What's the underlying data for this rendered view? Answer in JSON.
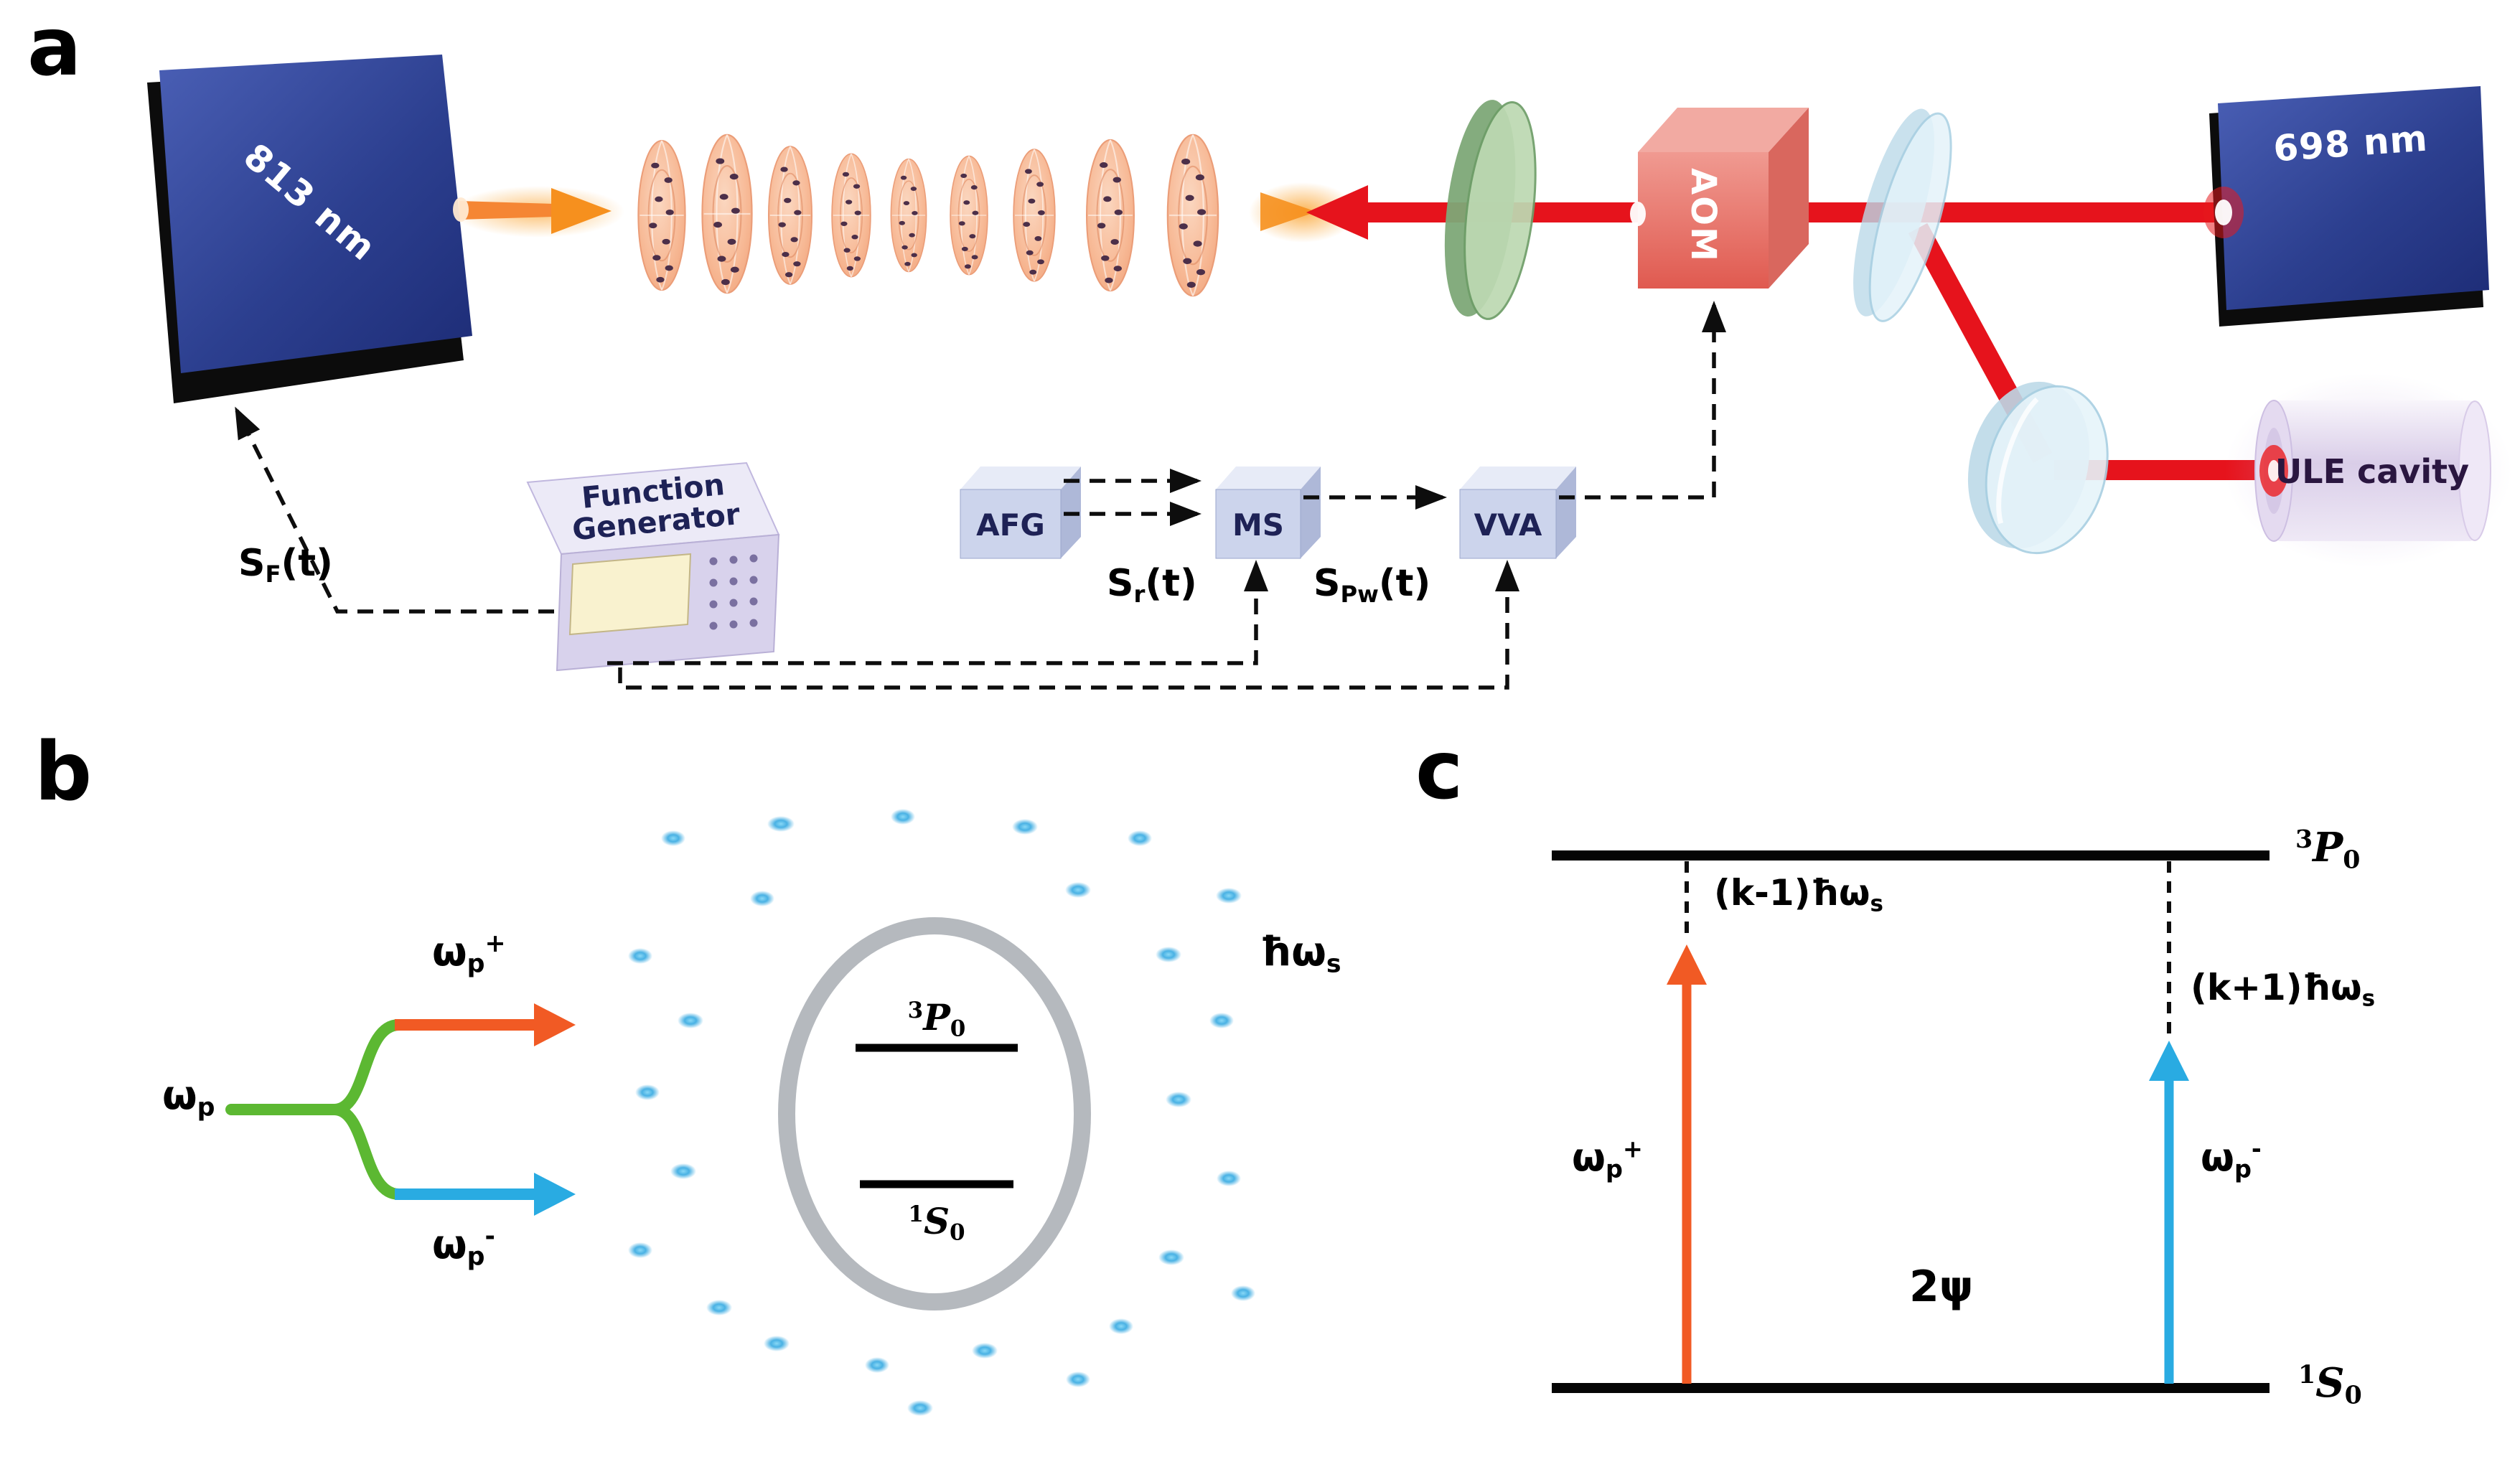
{
  "figure": {
    "panel_a_label": "a",
    "panel_b_label": "b",
    "panel_c_label": "c"
  },
  "panel_a": {
    "laser_813": "813 nm",
    "laser_698": "698 nm",
    "aom": "AOM",
    "ule_cavity": "ULE cavity",
    "function_generator": {
      "line1": "Function",
      "line2": "Generator"
    },
    "afg": "AFG",
    "ms": "MS",
    "vva": "VVA",
    "signal_f": {
      "base": "S",
      "sub": "F",
      "tail": "(t)"
    },
    "signal_r": {
      "base": "S",
      "sub": "r",
      "tail": "(t)"
    },
    "signal_pw": {
      "base": "S",
      "sub": "Pw",
      "tail": "(t)"
    }
  },
  "panel_b": {
    "omega_p": {
      "base": "ω",
      "sub": "p"
    },
    "omega_p_plus": {
      "base": "ω",
      "sub": "p",
      "sup": "+"
    },
    "omega_p_minus": {
      "base": "ω",
      "sub": "p",
      "sup": "-"
    },
    "level_upper": {
      "sup": "3",
      "base": "P",
      "sub": "0"
    },
    "level_lower": {
      "sup": "1",
      "base": "S",
      "sub": "0"
    },
    "hbar_omega_s": {
      "base": "ħω",
      "sub": "s"
    }
  },
  "panel_c": {
    "level_upper": {
      "sup": "3",
      "base": "P",
      "sub": "0"
    },
    "level_lower": {
      "sup": "1",
      "base": "S",
      "sub": "0"
    },
    "k_minus_one": {
      "pre": "(k-1)",
      "base": "ħω",
      "sub": "s"
    },
    "k_plus_one": {
      "pre": "(k+1)",
      "base": "ħω",
      "sub": "s"
    },
    "omega_p_plus": {
      "base": "ω",
      "sub": "p",
      "sup": "+"
    },
    "omega_p_minus": {
      "base": "ω",
      "sub": "p",
      "sup": "-"
    },
    "two_psi": "2ψ"
  },
  "colors": {
    "laser_box_blue": "#2c3f8f",
    "beam_red": "#e6131c",
    "beam_orange": "#f58634",
    "arrow_orange": "#f15a24",
    "arrow_blue": "#29abe2",
    "fork_green": "#5cb832",
    "aom_pink": "#ec8078",
    "lattice_salmon": "#f6b995",
    "optic_green": "#aecfa4",
    "box_lavender": "#d6cfeb",
    "ring_gray": "#b5b9be",
    "atom_blue": "#36a9e1"
  }
}
